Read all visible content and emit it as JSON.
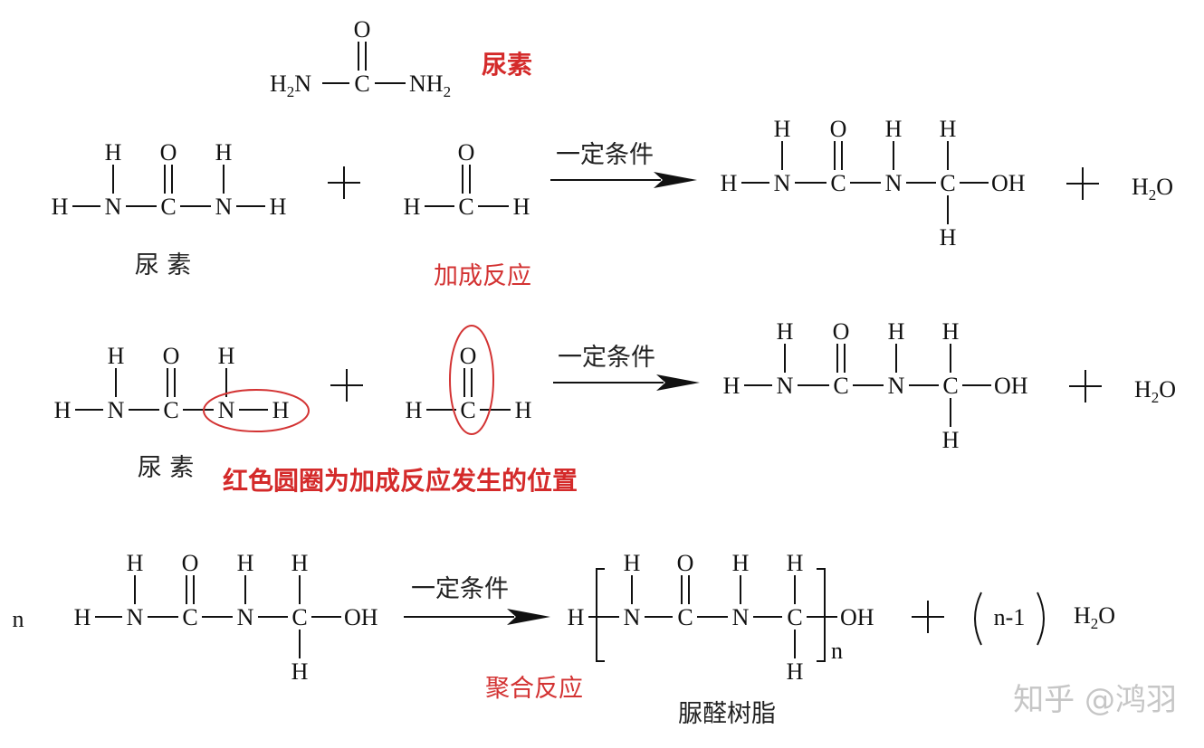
{
  "urea_top_label": "尿素",
  "atoms": {
    "H": "H",
    "N": "N",
    "C": "C",
    "O": "O",
    "OH": "OH",
    "NH": "NH",
    "n": "n"
  },
  "reactions": [
    {
      "condition": "一定条件",
      "reactant_label": "尿 素",
      "type_label": "加成反应"
    },
    {
      "condition": "一定条件",
      "reactant_label": "尿 素",
      "note": "红色圆圈为加成反应发生的位置"
    },
    {
      "condition": "一定条件",
      "type_label": "聚合反应",
      "product_label": "脲醛树脂",
      "coefficient": "n",
      "water_coefficient": "n-1"
    }
  ],
  "watermark": "知乎 @鸿羽",
  "colors": {
    "annotation_red": "#d33333",
    "ink": "#111111"
  }
}
